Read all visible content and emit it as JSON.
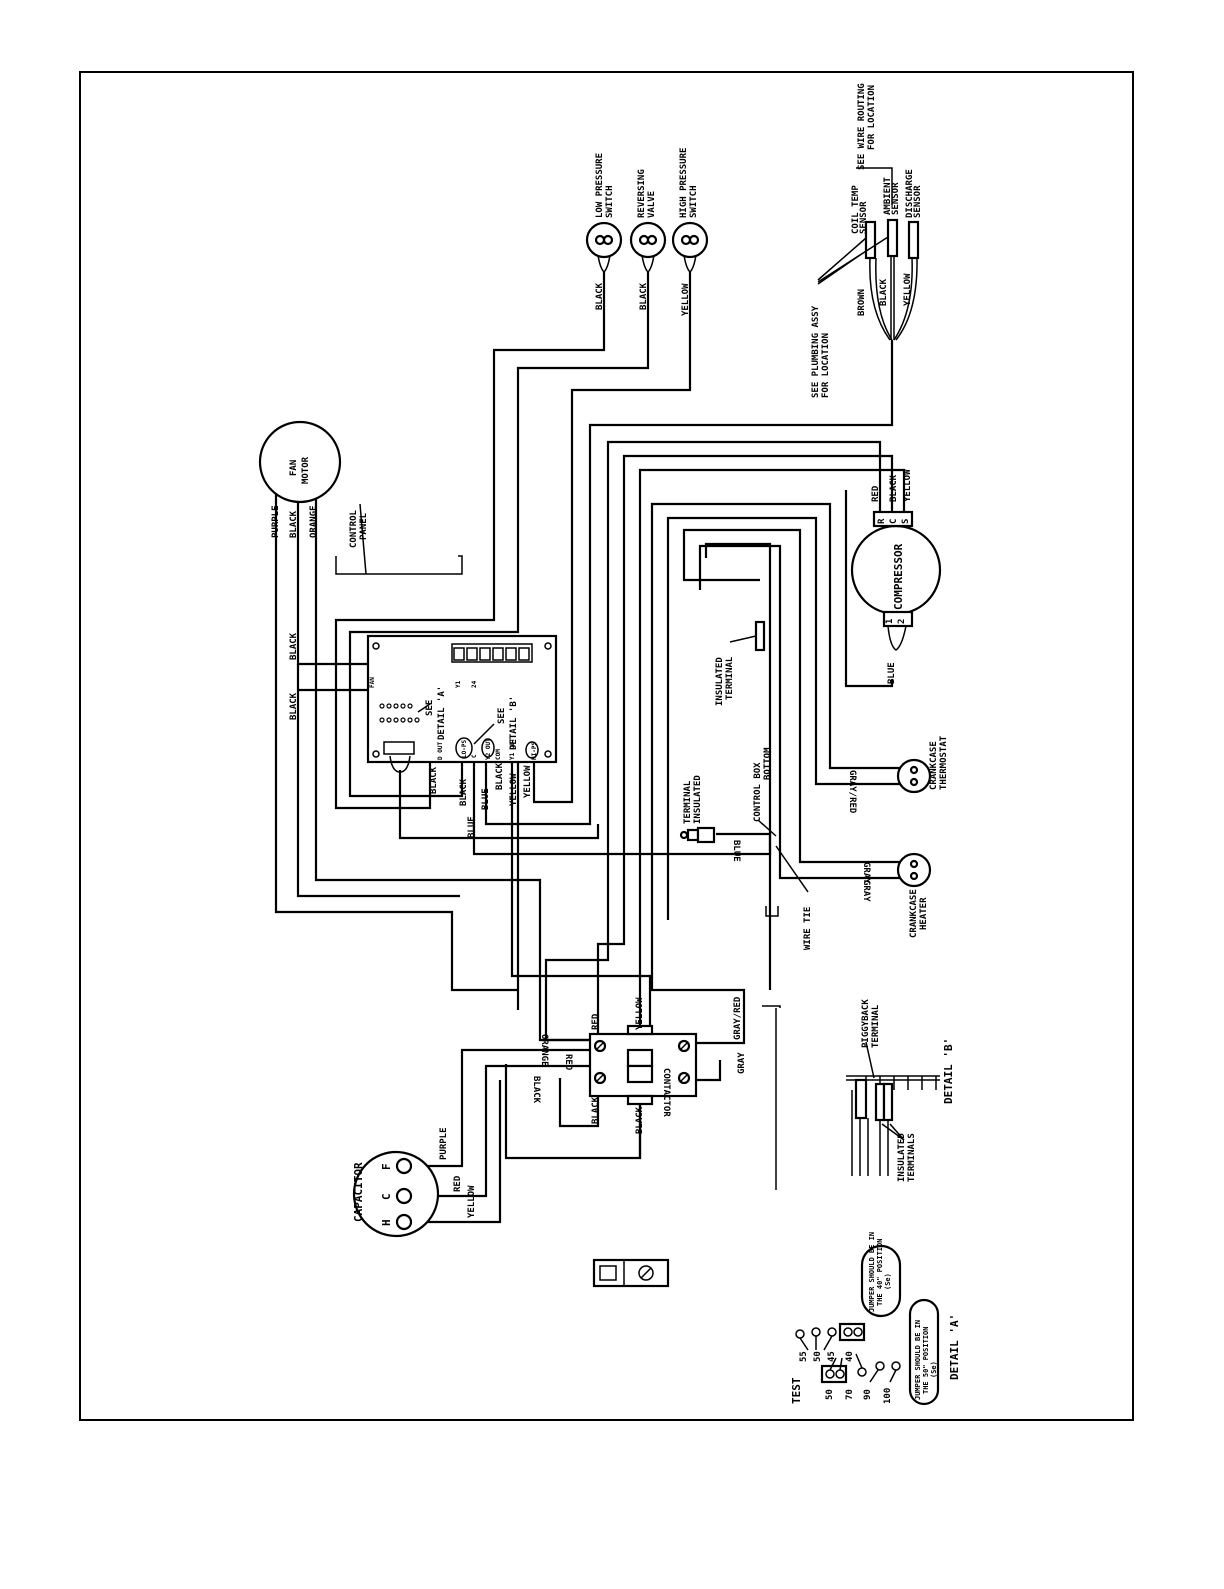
{
  "components": {
    "low_pressure_switch": [
      "LOW PRESSURE",
      "SWITCH"
    ],
    "reversing_valve": [
      "REVERSING",
      "VALVE"
    ],
    "high_pressure_switch": [
      "HIGH PRESSURE",
      "SWITCH"
    ],
    "wire_routing_note": [
      "SEE WIRE ROUTING",
      "FOR LOCATION"
    ],
    "coil_temp_sensor": [
      "COIL TEMP",
      "SENSOR"
    ],
    "ambient_sensor": [
      "AMBIENT",
      "SENSOR"
    ],
    "discharge_sensor": [
      "DISCHARGE",
      "SENSOR"
    ],
    "plumbing_note": [
      "SEE PLUMBING ASSY",
      "FOR LOCATION"
    ],
    "fan_motor": [
      "FAN",
      "MOTOR"
    ],
    "control_panel": [
      "CONTROL",
      "PANEL"
    ],
    "compressor": "COMPRESSOR",
    "compressor_terminals": [
      "R",
      "C",
      "S",
      "1",
      "2"
    ],
    "insulated_terminal": [
      "INSULATED",
      "TERMINAL"
    ],
    "see_detail_a": [
      "SEE",
      "DETAIL 'A'"
    ],
    "see_detail_b": [
      "SEE",
      "DETAIL 'B'"
    ],
    "control_box_bottom": [
      "CONTROL BOX",
      "BOTTOM"
    ],
    "terminal_insulated": [
      "TERMINAL",
      "INSULATED"
    ],
    "crankcase_thermostat": [
      "CRANKCASE",
      "THERMOSTAT"
    ],
    "crankcase_heater": [
      "CRANKCASE",
      "HEATER"
    ],
    "wire_tie": "WIRE TIE",
    "contactor": "CONTACTOR",
    "capacitor": "CAPACITOR",
    "capacitor_terminals": [
      "H",
      "C",
      "F"
    ],
    "piggyback_terminal": [
      "PIGGYBACK",
      "TERMINAL"
    ],
    "insulated_terminals": [
      "INSULATED",
      "TERMINALS"
    ],
    "detail_b": "DETAIL 'B'",
    "detail_a": "DETAIL 'A'",
    "jumper_40": [
      "JUMPER SHOULD BE IN",
      "THE 40\" POSITION",
      "(Se)"
    ],
    "jumper_50": [
      "JUMPER SHOULD BE IN",
      "THE 50\" POSITION",
      "(Se)"
    ],
    "detail_a_labels": [
      "TEST",
      "55",
      "50",
      "45",
      "40",
      "50",
      "70",
      "90",
      "100"
    ],
    "board_labels": [
      "FAN",
      "D OUT",
      "LO-PS",
      "C",
      "Y2 OUT",
      "COM",
      "Y1 OUT",
      "HI-PS",
      "Y1",
      "24"
    ]
  },
  "wire_colors": {
    "black": "BLACK",
    "yellow": "YELLOW",
    "brown": "BROWN",
    "purple": "PURPLE",
    "orange": "ORANGE",
    "red": "RED",
    "blue": "BLUE",
    "gray_red": "GRAY/RED",
    "gray": "GRAY",
    "gray_alt": "GRAY"
  }
}
